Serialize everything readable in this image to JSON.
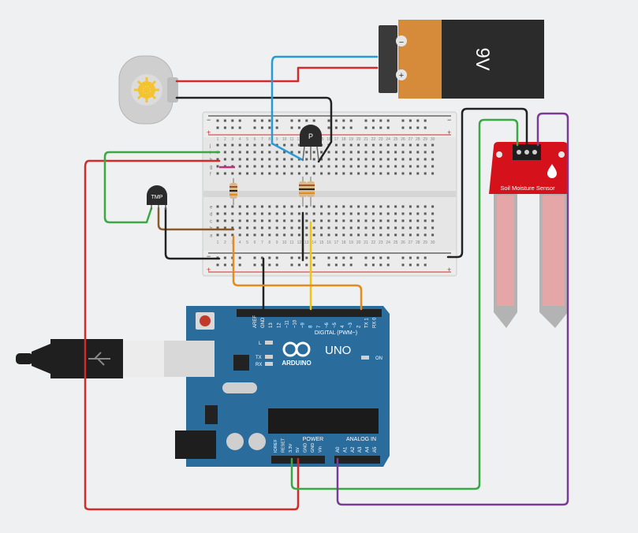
{
  "battery": {
    "voltage": "9V",
    "minus": "−",
    "plus": "+"
  },
  "transistor": {
    "label": "P"
  },
  "temp_sensor": {
    "label": "TMP"
  },
  "soil_sensor": {
    "label": "Soil Moisture Sensor"
  },
  "arduino": {
    "brand": "ARDUINO",
    "model": "UNO",
    "digital_header": "DIGITAL (PWM~)",
    "power_header": "POWER",
    "analog_header": "ANALOG IN",
    "on_led": "ON",
    "led_l": "L",
    "led_tx": "TX",
    "led_rx": "RX",
    "top_pins": [
      "AREF",
      "GND",
      "13",
      "12",
      "~11",
      "~10",
      "~9",
      "8",
      "7",
      "~6",
      "~5",
      "4",
      "~3",
      "2",
      "TX 1",
      "RX 0"
    ],
    "power_pins": [
      "IOREF",
      "RESET",
      "3.3V",
      "5V",
      "GND",
      "GND",
      "Vin"
    ],
    "analog_pins": [
      "A0",
      "A1",
      "A2",
      "A3",
      "A4",
      "A5"
    ]
  },
  "breadboard": {
    "row_letters_top": [
      "j",
      "i",
      "h",
      "g",
      "f"
    ],
    "row_letters_bottom": [
      "e",
      "d",
      "c",
      "b",
      "a"
    ],
    "columns": [
      "1",
      "2",
      "3",
      "4",
      "5",
      "6",
      "7",
      "8",
      "9",
      "10",
      "11",
      "12",
      "13",
      "14",
      "15",
      "16",
      "17",
      "18",
      "19",
      "20",
      "21",
      "22",
      "23",
      "24",
      "25",
      "26",
      "27",
      "28",
      "29",
      "30"
    ],
    "rail_minus": "−",
    "rail_plus": "+"
  },
  "colors": {
    "arduino_board": "#2a6c9c",
    "breadboard": "#e3e3e3",
    "battery_body": "#d68b3b",
    "battery_cap": "#2b2b2b",
    "soil_sensor": "#d5121b",
    "wire_red": "#d42a2a",
    "wire_green": "#3aa843",
    "wire_blue": "#2a9ad3",
    "wire_black": "#222222",
    "wire_purple": "#7a3c92",
    "wire_orange": "#e58a1f",
    "wire_brown": "#8a5a2b",
    "wire_yellow": "#f1c40f"
  },
  "icons": [
    "dc-motor-icon",
    "usb-cable-icon",
    "arduino-logo-icon",
    "pnp-transistor-icon",
    "temperature-sensor-icon",
    "resistor-icon",
    "battery-icon",
    "soil-moisture-sensor-icon"
  ]
}
